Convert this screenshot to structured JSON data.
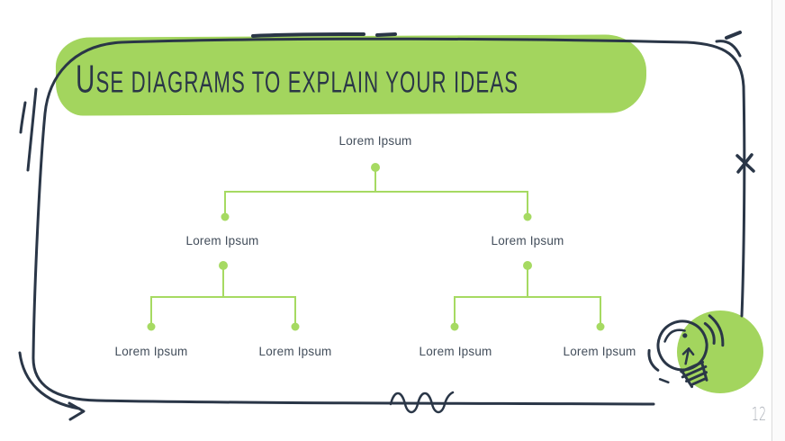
{
  "slide": {
    "title": "USE DIAGRAMS TO EXPLAIN YOUR IDEAS",
    "page_number": "12",
    "colors": {
      "banner_green": "#a3d55e",
      "line_green": "#a6da62",
      "ink_navy": "#2a3647",
      "label_color": "#434e5b",
      "page_number_gray": "#a9aeb6"
    }
  },
  "diagram": {
    "type": "tree",
    "root": {
      "label": "Lorem Ipsum",
      "children": [
        {
          "label": "Lorem Ipsum",
          "children": [
            {
              "label": "Lorem Ipsum"
            },
            {
              "label": "Lorem Ipsum"
            }
          ]
        },
        {
          "label": "Lorem Ipsum",
          "children": [
            {
              "label": "Lorem Ipsum"
            },
            {
              "label": "Lorem Ipsum"
            }
          ]
        }
      ]
    }
  },
  "icons": {
    "lightbulb": "lightbulb-doodle",
    "x_mark": "x-mark-doodle",
    "arrow": "arrow-doodle",
    "squiggle": "squiggle-doodle",
    "pen_dashes": "pen-dash-doodle",
    "speed_lines": "speed-lines-doodle"
  }
}
